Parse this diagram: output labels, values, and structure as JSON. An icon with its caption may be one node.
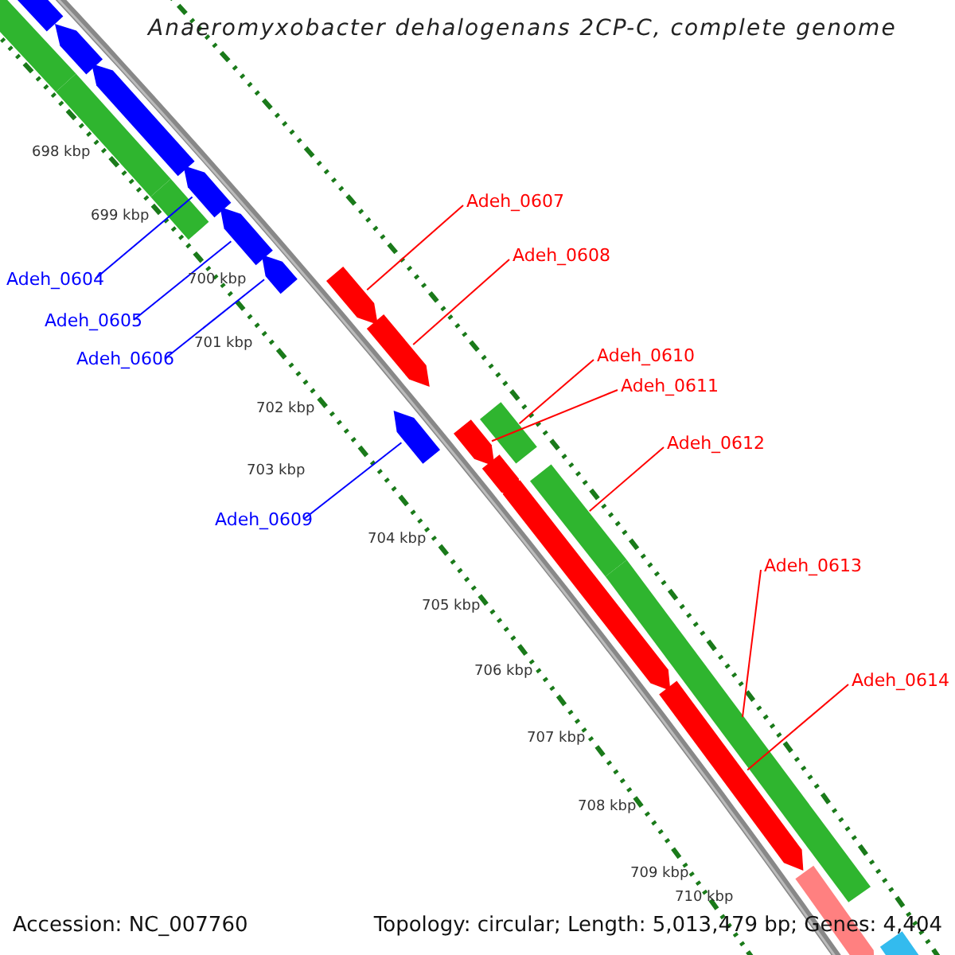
{
  "diagram": {
    "title": "Anaeromyxobacter dehalogenans 2CP-C, complete genome",
    "nodes": [
      {
        "text": [
          "Adeh_0604"
        ]
      },
      {
        "text": [
          "Adeh_0605"
        ]
      },
      {
        "text": [
          "Adeh_0606"
        ]
      },
      {
        "text": [
          "Adeh_0607"
        ]
      },
      {
        "text": [
          "Adeh_0608"
        ]
      },
      {
        "text": [
          "Adeh_0609"
        ]
      },
      {
        "text": [
          "Adeh_0610"
        ]
      },
      {
        "text": [
          "Adeh_0611"
        ]
      },
      {
        "text": [
          "Adeh_0612"
        ]
      },
      {
        "text": [
          "Adeh_0613"
        ]
      },
      {
        "text": [
          "Adeh_0614"
        ]
      },
      {
        "text": [],
        "shape": "arrow"
      },
      {
        "text": [],
        "shape": "bar"
      },
      {
        "text": [],
        "shape": "arrow"
      },
      {
        "text": [],
        "shape": "arrow"
      },
      {
        "text": [],
        "shape": "bar"
      },
      {
        "text": [],
        "shape": "arrow"
      },
      {
        "text": [],
        "shape": "bar"
      },
      {
        "text": [],
        "shape": "arrow"
      },
      {
        "text": [],
        "shape": "arrow"
      },
      {
        "text": [],
        "shape": "arrow"
      },
      {
        "text": [],
        "shape": "arrow"
      },
      {
        "text": [],
        "shape": "arrow"
      },
      {
        "text": [],
        "shape": "bar"
      },
      {
        "text": [],
        "shape": "arrow"
      },
      {
        "text": [],
        "shape": "arrow"
      },
      {
        "text": [],
        "shape": "bar"
      },
      {
        "text": [],
        "shape": "arrow"
      },
      {
        "text": [],
        "shape": "bar"
      },
      {
        "text": [],
        "shape": "arrow"
      },
      {
        "text": [],
        "shape": "arrow"
      },
      {
        "text": [],
        "shape": "bar"
      }
    ],
    "edges": [
      {
        "from": 0,
        "to": 16,
        "arrow": "none",
        "color": "#0000ff"
      },
      {
        "from": 1,
        "to": 18,
        "arrow": "none",
        "color": "#0000ff"
      },
      {
        "from": 2,
        "to": 19,
        "arrow": "none",
        "color": "#0000ff"
      },
      {
        "from": 3,
        "to": 20,
        "arrow": "none"
      },
      {
        "from": 4,
        "to": 21,
        "arrow": "none"
      },
      {
        "from": 5,
        "to": 22,
        "arrow": "none",
        "color": "#0000ff"
      },
      {
        "from": 6,
        "to": 23,
        "arrow": "none"
      },
      {
        "from": 7,
        "to": 24,
        "arrow": "none"
      },
      {
        "from": 8,
        "to": 26,
        "arrow": "none"
      },
      {
        "from": 9,
        "to": 28,
        "arrow": "none"
      },
      {
        "from": 10,
        "to": 29,
        "arrow": "none"
      }
    ],
    "labels": [
      "698 kbp",
      "699 kbp",
      "700 kbp",
      "701 kbp",
      "702 kbp",
      "703 kbp",
      "704 kbp",
      "705 kbp",
      "706 kbp",
      "707 kbp",
      "708 kbp",
      "709 kbp",
      "710 kbp",
      "Accession: NC_007760",
      "Topology: circular; Length: 5,013,479 bp; Genes: 4,404"
    ]
  }
}
